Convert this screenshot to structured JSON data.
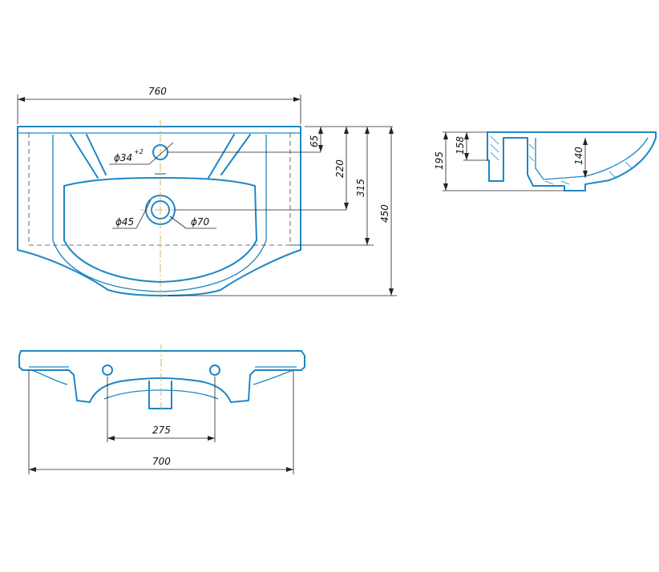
{
  "colors": {
    "outline": "#1f86c6",
    "dimension": "#222222",
    "centerline": "#c9a24a"
  },
  "top_view": {
    "dim_width": "760",
    "dim_tap_hole": "ϕ34",
    "dim_tap_hole_tol": "+2",
    "dim_drain_inner": "ϕ45",
    "dim_drain_outer": "ϕ70",
    "dim_65": "65",
    "dim_220": "220",
    "dim_315": "315",
    "dim_450": "450"
  },
  "side_view": {
    "dim_195": "195",
    "dim_158": "158",
    "dim_140": "140"
  },
  "front_view": {
    "dim_275": "275",
    "dim_700": "700"
  }
}
